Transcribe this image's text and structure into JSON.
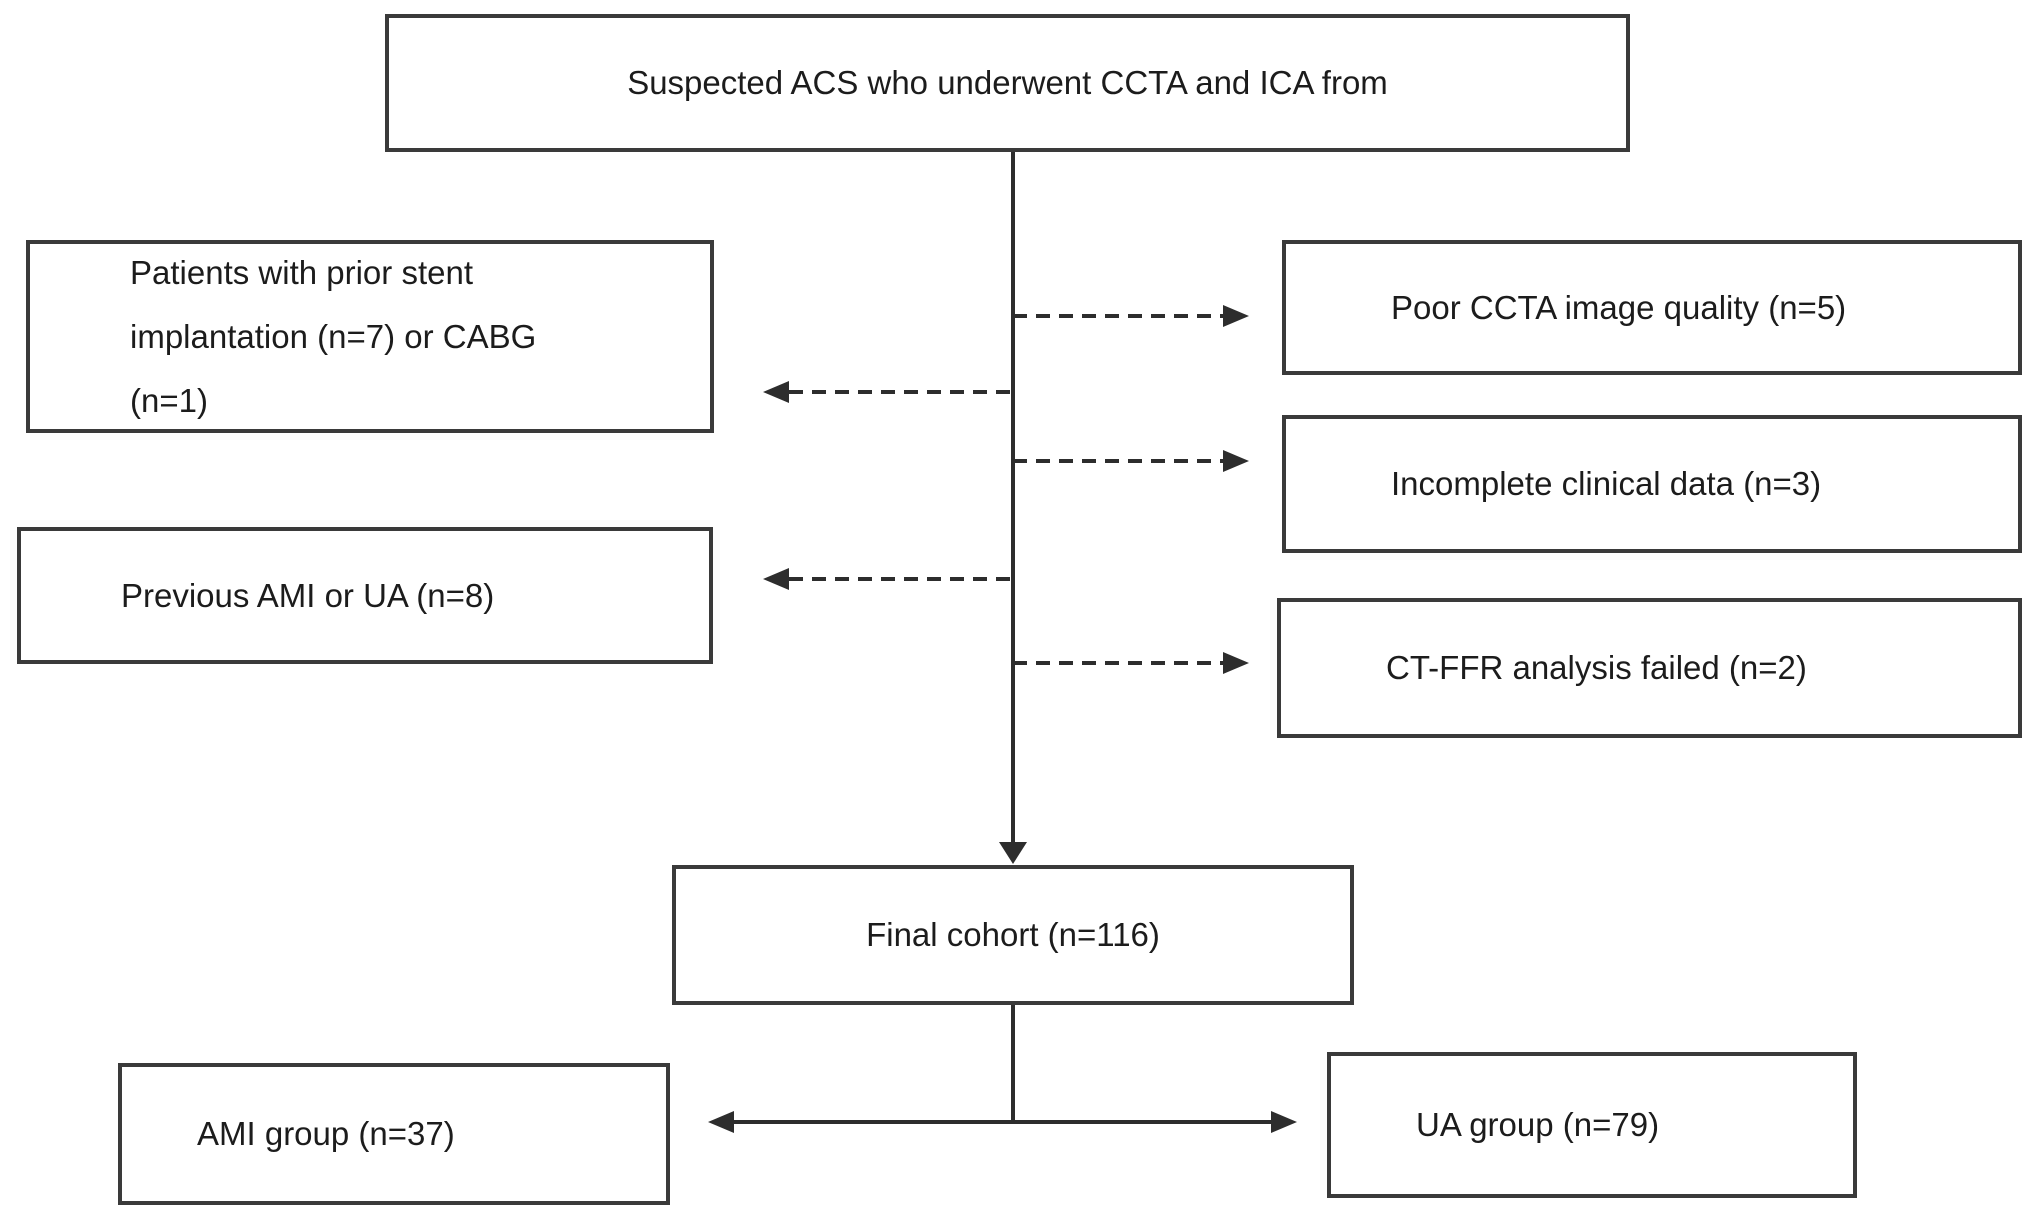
{
  "diagram": {
    "type": "patient-flow-diagram",
    "background": "#ffffff",
    "line_color": "#2d2d2d",
    "border_color": "#3a3a3a",
    "text_color": "#1c1c1c",
    "nodes": {
      "top": {
        "text": "Suspected ACS who underwent CCTA and ICA from"
      },
      "excl_left_1": {
        "lines": [
          "Patients with prior stent",
          "implantation (n=7) or CABG",
          "(n=1)"
        ]
      },
      "excl_right_1": {
        "text": "Poor CCTA image quality (n=5)"
      },
      "excl_right_2": {
        "text": "Incomplete clinical data (n=3)"
      },
      "excl_left_2": {
        "text": "Previous AMI or UA (n=8)"
      },
      "excl_right_3": {
        "text": "CT-FFR analysis failed (n=2)"
      },
      "final": {
        "text": "Final cohort (n=116)"
      },
      "ami": {
        "text": "AMI group (n=37)"
      },
      "ua": {
        "text": "UA group (n=79)"
      }
    },
    "counts": {
      "prior_stent": 7,
      "cabg": 1,
      "poor_ccta_image_quality": 5,
      "incomplete_clinical_data": 3,
      "previous_ami_or_ua": 8,
      "ct_ffr_analysis_failed": 2,
      "final_cohort": 116,
      "ami_group": 37,
      "ua_group": 79
    }
  }
}
